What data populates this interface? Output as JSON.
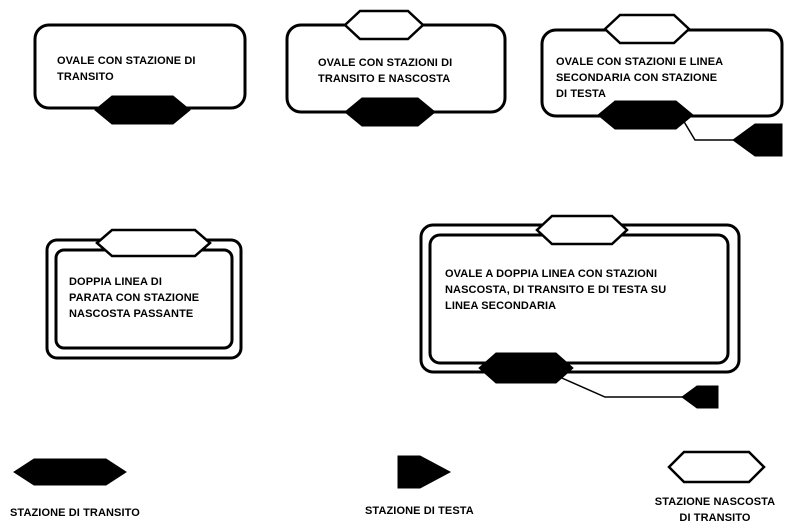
{
  "diagrams": {
    "d1": {
      "lines": [
        "OVALE CON STAZIONE DI",
        "TRANSITO"
      ]
    },
    "d2": {
      "lines": [
        "OVALE CON STAZIONI DI",
        "TRANSITO E NASCOSTA"
      ]
    },
    "d3": {
      "lines": [
        "OVALE CON STAZIONI E LINEA",
        "SECONDARIA CON STAZIONE",
        "DI TESTA"
      ]
    },
    "d4": {
      "lines": [
        "DOPPIA LINEA DI",
        "PARATA CON STAZIONE",
        "NASCOSTA PASSANTE"
      ]
    },
    "d5": {
      "lines": [
        "OVALE A DOPPIA LINEA CON STAZIONI",
        "NASCOSTA, DI TRANSITO E DI TESTA SU",
        "LINEA SECONDARIA"
      ]
    }
  },
  "legend": {
    "transit": {
      "label": "STAZIONE DI TRANSITO",
      "icon": "filled-hexagon"
    },
    "terminal": {
      "label": "STAZIONE DI TESTA",
      "icon": "filled-arrow"
    },
    "hidden": {
      "lines": [
        "STAZIONE NASCOSTA",
        "DI TRANSITO"
      ],
      "icon": "outline-hexagon"
    }
  },
  "colors": {
    "stroke": "#000000",
    "fill_station": "#000000",
    "background": "#ffffff"
  }
}
